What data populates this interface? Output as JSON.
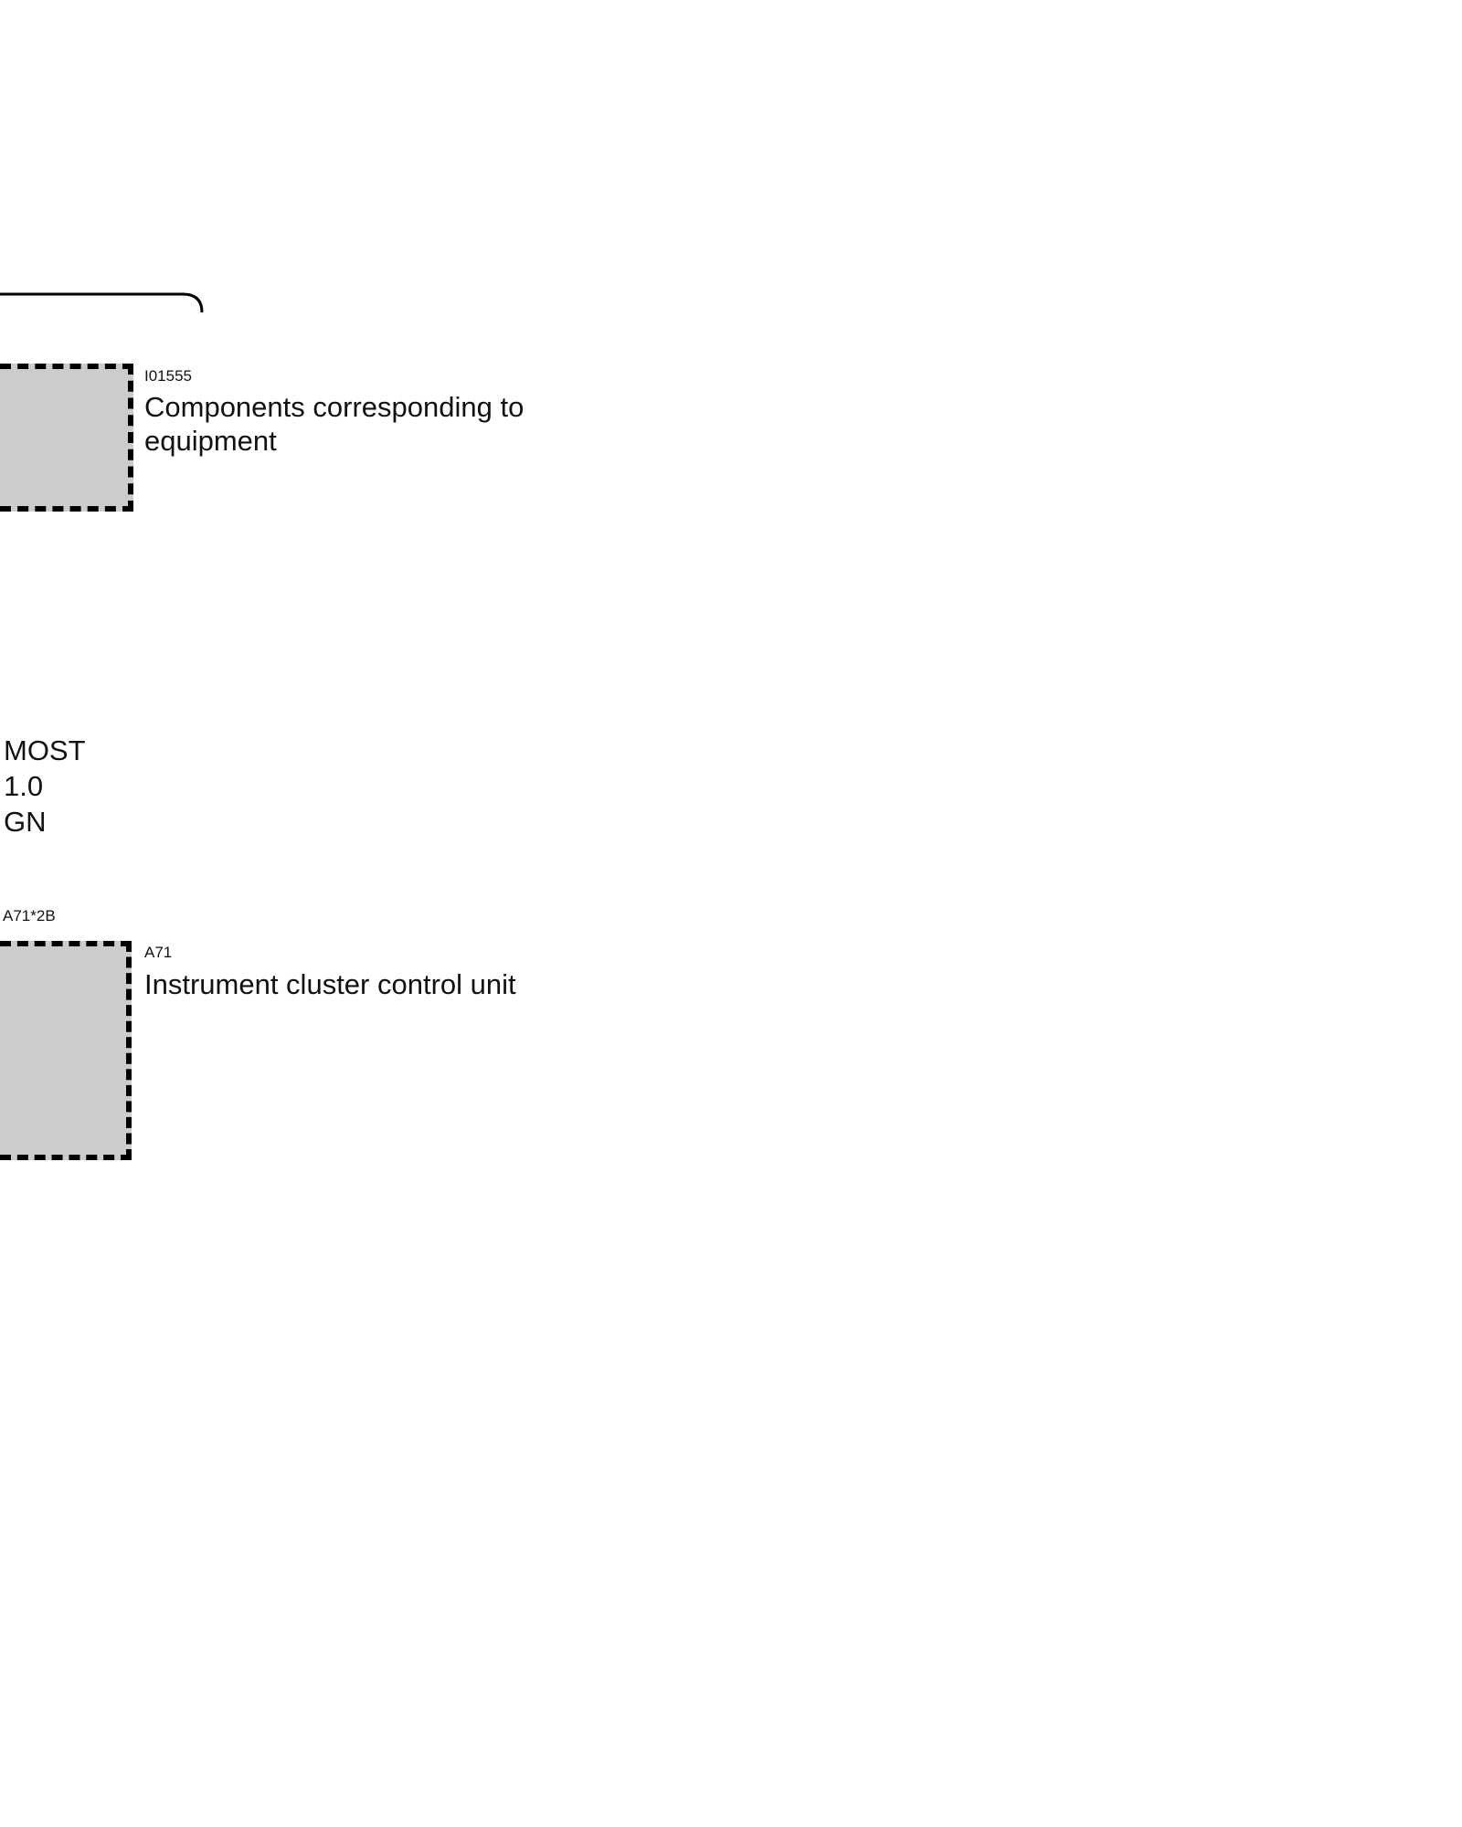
{
  "components": [
    {
      "code": "I01555",
      "description_lines": [
        "Components corresponding to",
        "equipment"
      ]
    },
    {
      "connector_code": "A71*2B",
      "code": "A71",
      "description": "Instrument cluster control unit"
    }
  ],
  "wire": {
    "name": "MOST",
    "size": "1.0",
    "color": "GN"
  },
  "colors": {
    "component_fill": "#cccccc",
    "line": "#000000"
  }
}
